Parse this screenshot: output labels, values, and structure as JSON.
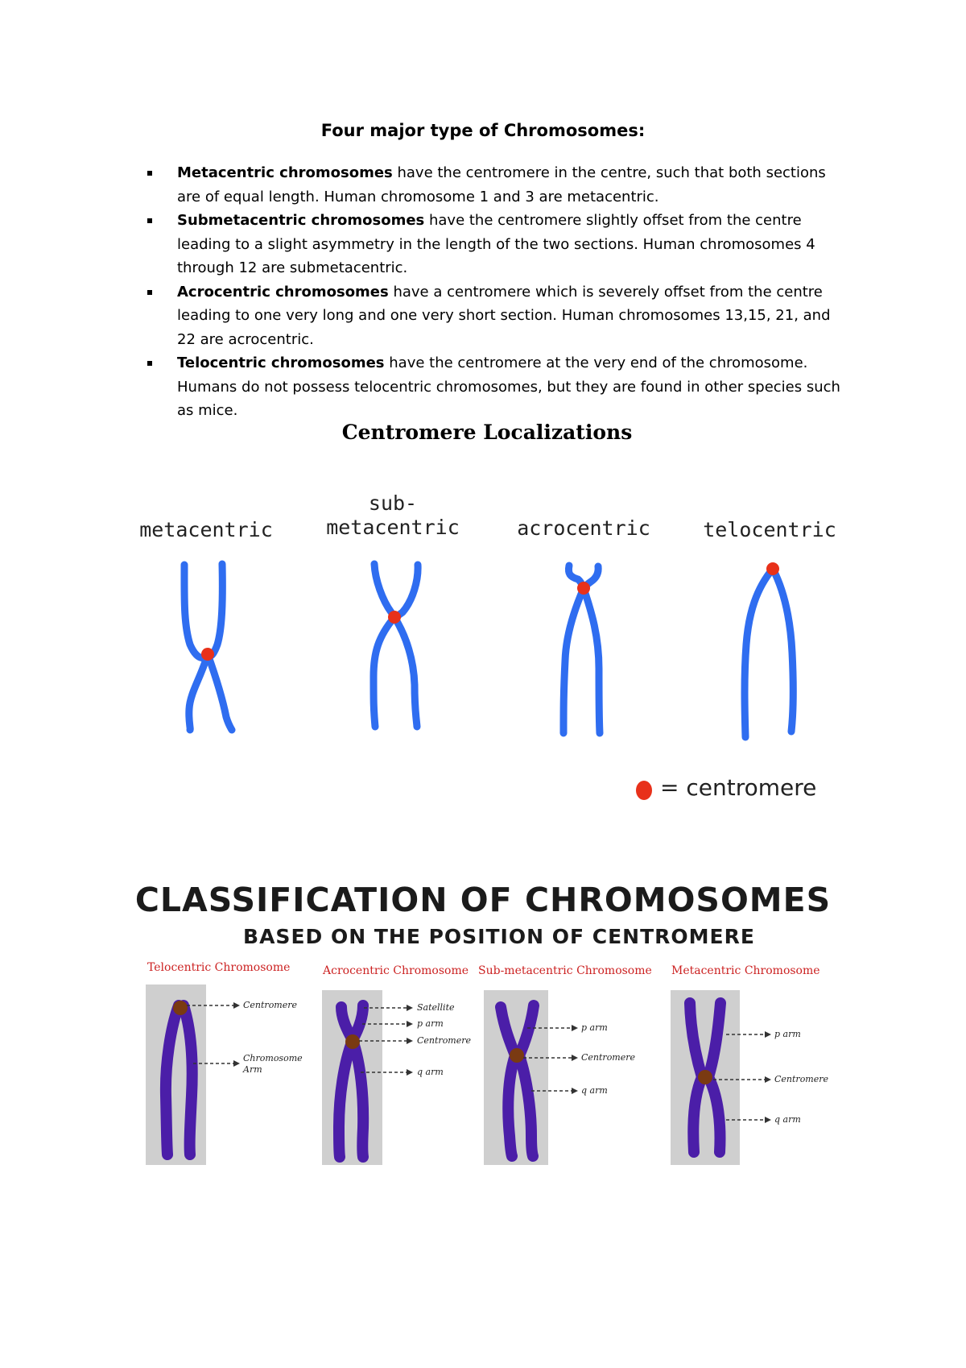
{
  "heading": "Four major type of Chromosomes:",
  "bullets": [
    {
      "term": "Metacentric chromosomes",
      "text": " have the centromere in the centre, such that both sections are of equal length. Human chromosome 1 and 3 are metacentric."
    },
    {
      "term": "Submetacentric chromosomes",
      "text": " have the centromere slightly offset from the centre leading to a slight asymmetry in the length of the two sections. Human chromosomes 4 through 12 are submetacentric."
    },
    {
      "term": "Acrocentric chromosomes",
      "text": " have a centromere which is severely offset from the centre leading to one very long and one very short section. Human chromosomes 13,15, 21, and 22 are acrocentric."
    },
    {
      "term": "Telocentric chromosomes",
      "text": " have the centromere at the very end of the chromosome. Humans do not possess telocentric chromosomes, but they are found in other species such as mice."
    }
  ],
  "localization": {
    "title": "Centromere Localizations",
    "labels": {
      "metacentric": "metacentric",
      "submetacentric_line1": "sub-",
      "submetacentric_line2": "metacentric",
      "acrocentric": "acrocentric",
      "telocentric": "telocentric"
    },
    "legend": "= centromere",
    "colors": {
      "chromosome": "#2f6df0",
      "centromere": "#e8311a"
    }
  },
  "classification": {
    "title": "CLASSIFICATION OF CHROMOSOMES",
    "subtitle": "BASED ON THE POSITION OF CENTROMERE",
    "panels": {
      "telocentric": {
        "heading": "Telocentric Chromosome",
        "centromere": "Centromere",
        "arm_line1": "Chromosome",
        "arm_line2": "Arm"
      },
      "acrocentric": {
        "heading": "Acrocentric Chromosome",
        "satellite": "Satellite",
        "p_arm": "p arm",
        "centromere": "Centromere",
        "q_arm": "q arm"
      },
      "submetacentric": {
        "heading": "Sub-metacentric Chromosome",
        "p_arm": "p arm",
        "centromere": "Centromere",
        "q_arm": "q arm"
      },
      "metacentric": {
        "heading": "Metacentric Chromosome",
        "p_arm": "p arm",
        "centromere": "Centromere",
        "q_arm": "q arm"
      }
    },
    "colors": {
      "chromosome": "#4b1ea8",
      "centromere": "#7a3a12",
      "heading": "#cc2222"
    }
  }
}
